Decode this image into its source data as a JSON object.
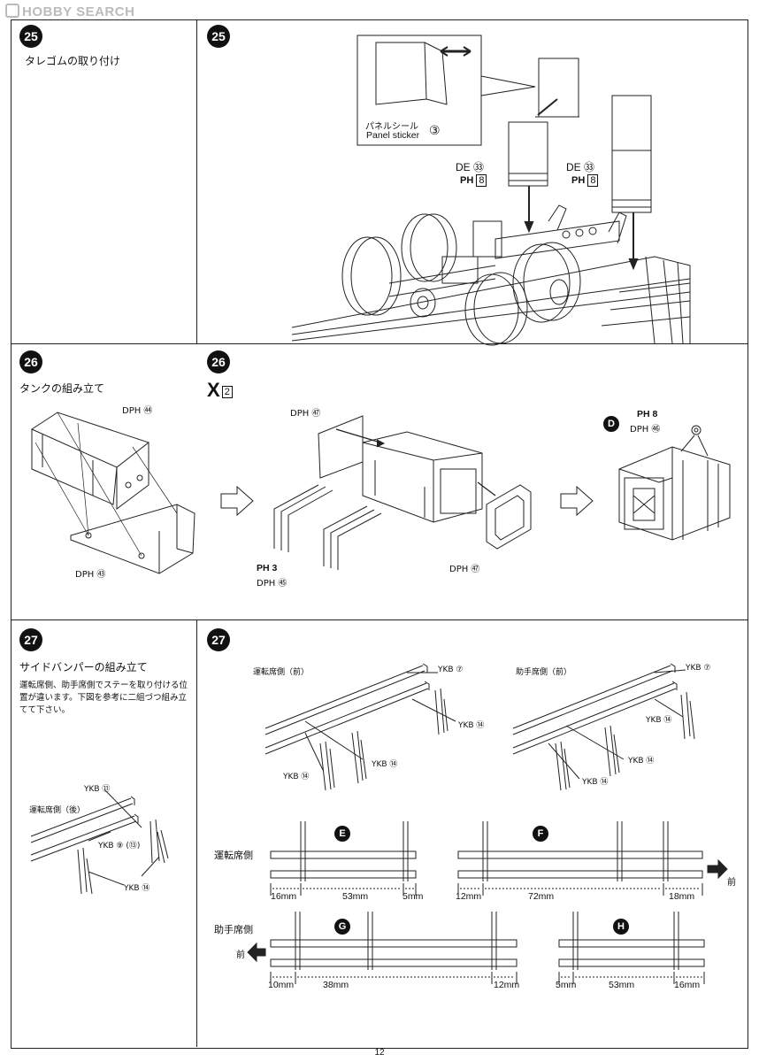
{
  "header": {
    "site_label": "HOBBY SEARCH"
  },
  "page_number": "12",
  "step25": {
    "number": "25",
    "title": "タレゴムの取り付け",
    "sticker_label_jp": "パネルシール",
    "sticker_label_en": "Panel sticker",
    "sticker_num": "③",
    "parts": [
      {
        "code": "DE",
        "num": "㉝",
        "sub": "PH",
        "subnum": "8"
      },
      {
        "code": "DE",
        "num": "㉝",
        "sub": "PH",
        "subnum": "8"
      }
    ]
  },
  "step26": {
    "number": "26",
    "title": "タンクの組み立て",
    "repeat": "2",
    "labels": {
      "dph44": "DPH ㊹",
      "dph43": "DPH ㊸",
      "dph47a": "DPH ㊼",
      "dph47b": "DPH ㊼",
      "ph3": "PH 3",
      "dph45": "DPH ㊺",
      "ph8": "PH 8",
      "dph46": "DPH ㊻",
      "d_marker": "D"
    }
  },
  "step27": {
    "number": "27",
    "title": "サイドバンパーの組み立て",
    "instructions": "運転席側、助手席側でステーを取り付ける位置が違います。下図を参考に二組づつ組み立てて下さい。",
    "left_diagram": {
      "caption": "運転席側（後）",
      "yk11": "YKB ⑪",
      "yk9_13": "YKB ⑨ (⑬)",
      "yk14": "YKB ⑭"
    },
    "top_left": {
      "caption": "運転席側（前）",
      "yk7": "YKB ⑦",
      "yk14a": "YKB ⑭",
      "yk14b": "YKB ⑭",
      "yk14c": "YKB ⑭"
    },
    "top_right": {
      "caption": "助手席側（前）",
      "yk7": "YKB ⑦",
      "yk14a": "YKB ⑭",
      "yk14b": "YKB ⑭",
      "yk14c": "YKB ⑭"
    },
    "driver_side_label": "運転席側",
    "passenger_side_label": "助手席側",
    "front_label": "前",
    "E": {
      "letter": "E",
      "dims": [
        "16mm",
        "53mm",
        "5mm"
      ]
    },
    "F": {
      "letter": "F",
      "dims": [
        "12mm",
        "72mm",
        "18mm"
      ]
    },
    "G": {
      "letter": "G",
      "dims": [
        "10mm",
        "38mm",
        "12mm"
      ]
    },
    "H": {
      "letter": "H",
      "dims": [
        "5mm",
        "53mm",
        "16mm"
      ]
    }
  }
}
